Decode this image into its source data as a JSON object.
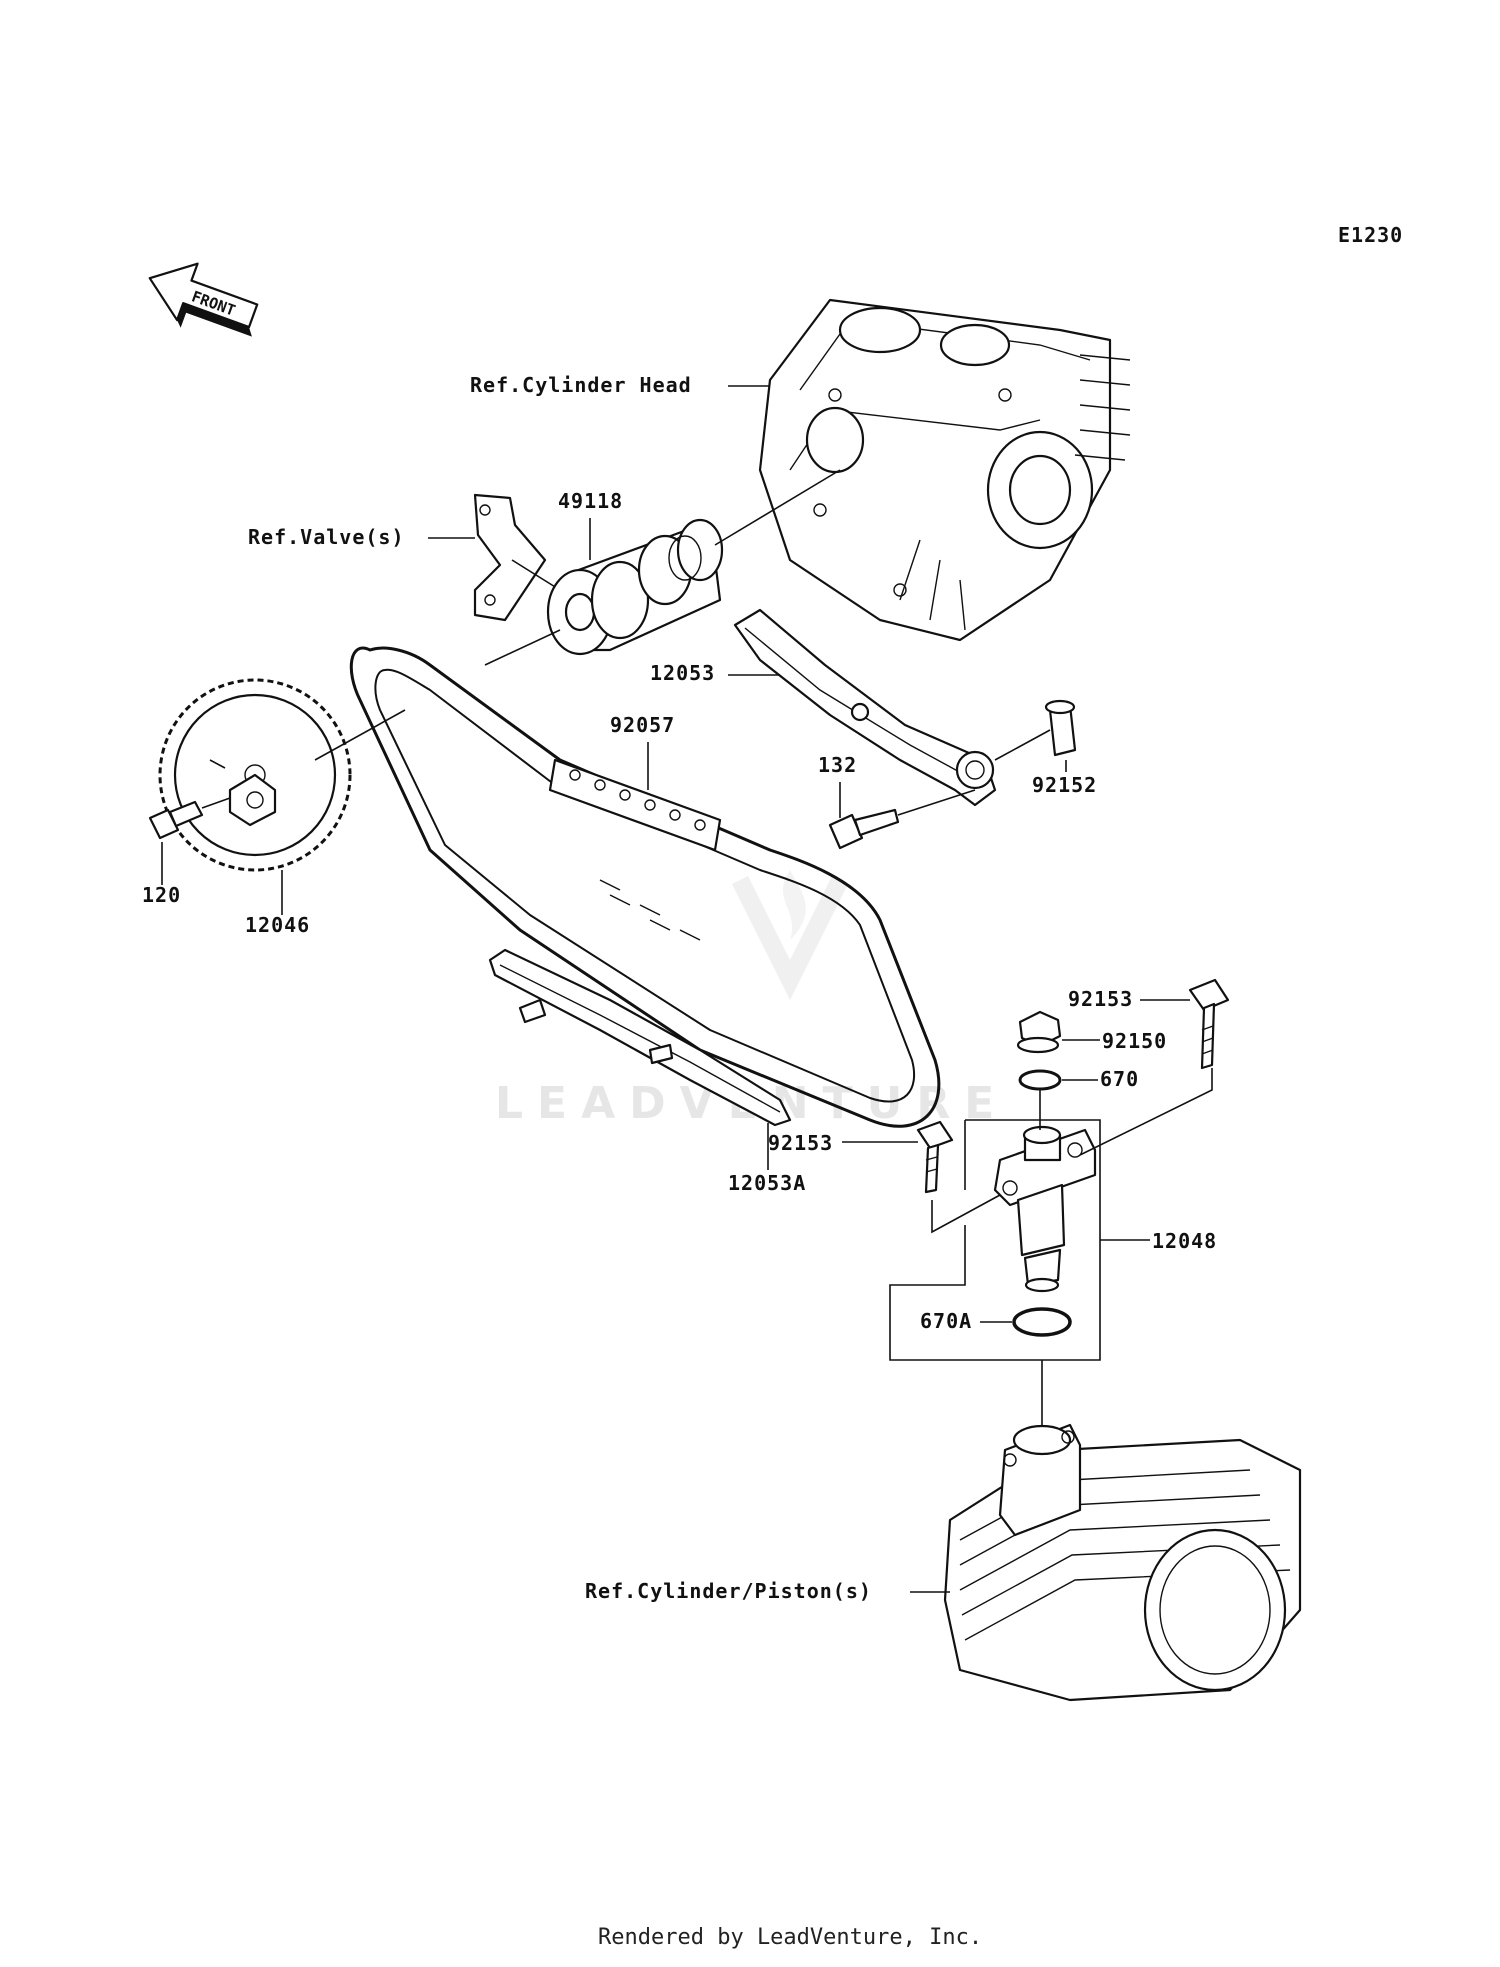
{
  "diagram_code": "E1230",
  "front_arrow": {
    "label": "FRONT",
    "icon": "front-arrow-icon"
  },
  "watermark": "LEADVENTURE",
  "footer": "Rendered by LeadVenture, Inc.",
  "labels": {
    "ref_cylinder_head": "Ref.Cylinder Head",
    "ref_valves": "Ref.Valve(s)",
    "ref_cylinder_piston": "Ref.Cylinder/Piston(s)",
    "p49118": "49118",
    "p12053": "12053",
    "p92057": "92057",
    "p132": "132",
    "p92152": "92152",
    "p120": "120",
    "p12046": "12046",
    "p92153_top": "92153",
    "p92150": "92150",
    "p670": "670",
    "p92153_mid": "92153",
    "p12053A": "12053A",
    "p12048": "12048",
    "p670A": "670A"
  }
}
